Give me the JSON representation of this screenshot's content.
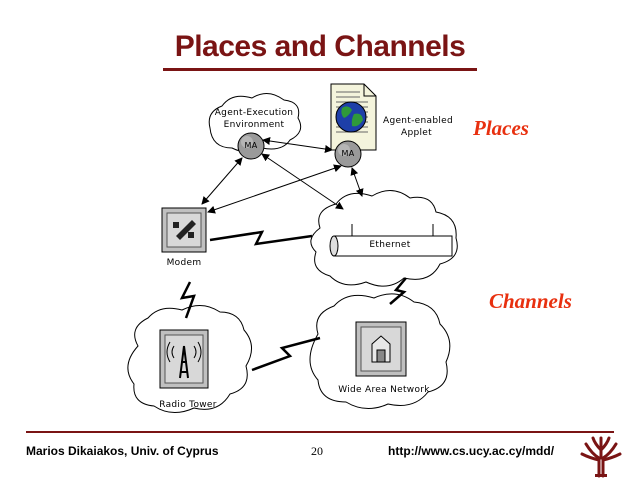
{
  "title": "Places and Channels",
  "labels": {
    "places": "Places",
    "channels": "Channels"
  },
  "nodes": {
    "agent_env_line1": "Agent-Execution",
    "agent_env_line2": "Environment",
    "ma_left": "MA",
    "ma_right": "MA",
    "applet_line1": "Agent-enabled",
    "applet_line2": "Applet",
    "modem": "Modem",
    "ethernet": "Ethernet",
    "radio_tower": "Radio Tower",
    "wan": "Wide Area Network"
  },
  "footer": {
    "author": "Marios Dikaiakos, Univ. of Cyprus",
    "page_number": "20",
    "url": "http://www.cs.ucy.ac.cy/mdd/"
  },
  "colors": {
    "title": "#7a1414",
    "accent_labels": "#e8300f",
    "node_fill": "#c0c0c0"
  }
}
